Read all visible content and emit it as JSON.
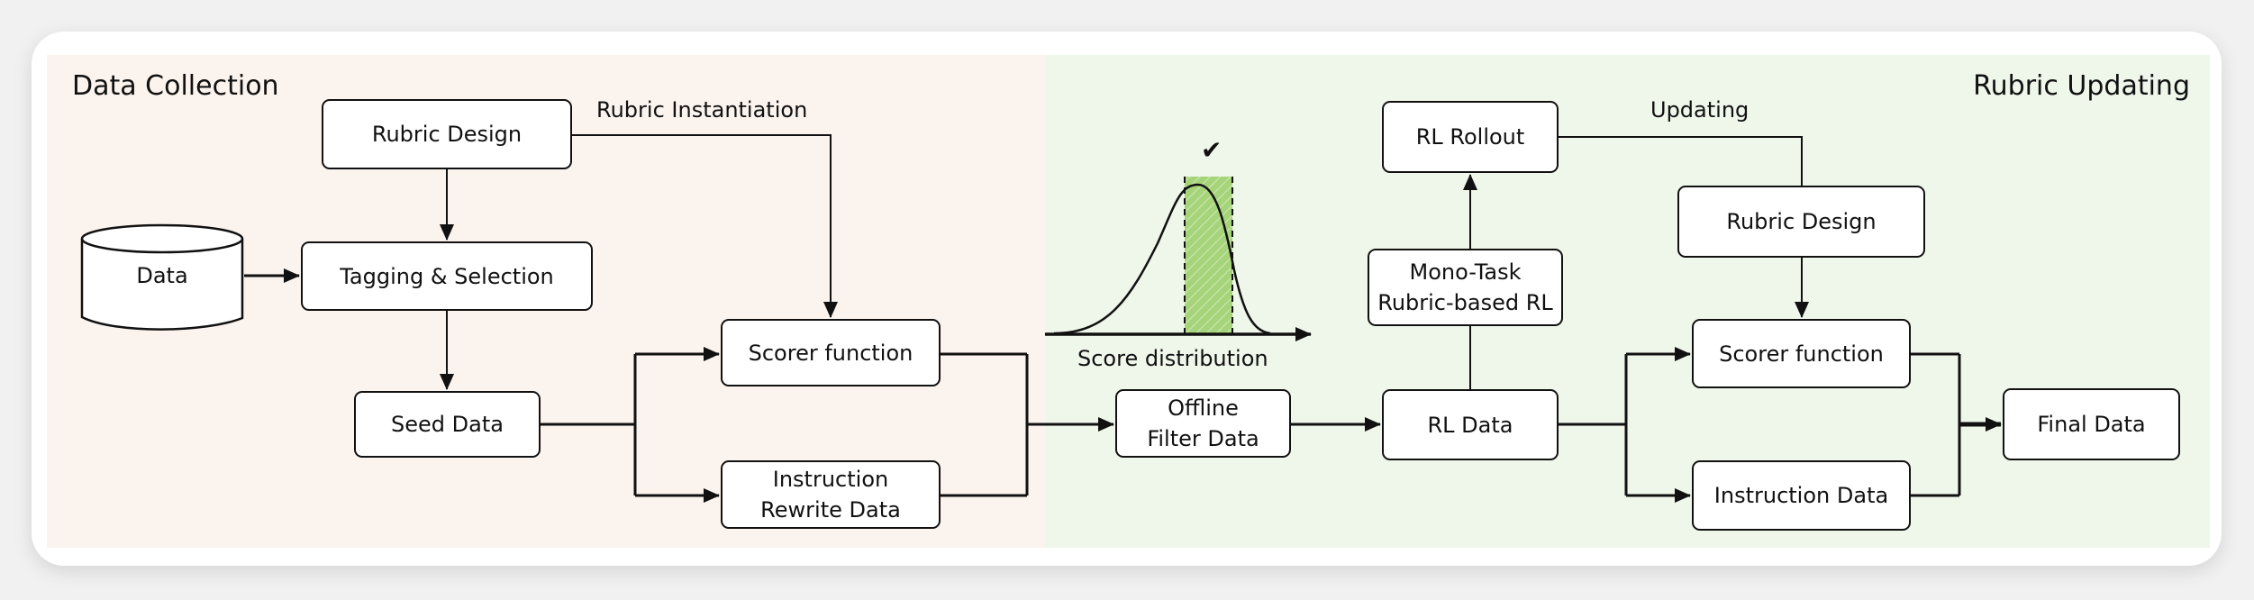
{
  "sections": {
    "left_title": "Data Collection",
    "right_title": "Rubric Updating"
  },
  "nodes": {
    "data": "Data",
    "rubric_design_1": "Rubric Design",
    "tagging_selection": "Tagging & Selection",
    "seed_data": "Seed Data",
    "scorer_function_1": "Scorer function",
    "instruction_rewrite_data": "Instruction\nRewrite Data",
    "offline_filter_data": "Offline\nFilter Data",
    "rl_data": "RL Data",
    "mono_task_rl": "Mono-Task\nRubric-based RL",
    "rl_rollout": "RL Rollout",
    "rubric_design_2": "Rubric Design",
    "scorer_function_2": "Scorer function",
    "instruction_data": "Instruction Data",
    "final_data": "Final Data"
  },
  "edge_labels": {
    "rubric_instantiation": "Rubric Instantiation",
    "updating": "Updating"
  },
  "score_chart": {
    "label": "Score distribution",
    "check_mark": "✔",
    "highlight_color": "#a6d47a"
  },
  "colors": {
    "left_bg": "#fbf3ee",
    "right_bg": "#eff6ea"
  }
}
